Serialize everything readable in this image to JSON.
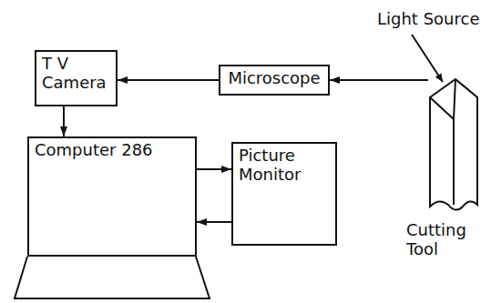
{
  "diagram": {
    "nodes": [
      {
        "text": [
          "T V Camera"
        ]
      },
      {
        "text": [
          "Microscope"
        ]
      },
      {
        "text": [
          "Cutting Tool"
        ]
      },
      {
        "text": [
          "Computer 286"
        ]
      },
      {
        "text": [
          "Picture Monitor"
        ]
      }
    ],
    "edges": [
      {
        "from": 1,
        "to": 0,
        "arrow": "to"
      },
      {
        "from": 2,
        "to": 1,
        "arrow": "to"
      },
      {
        "from": 0,
        "to": 3,
        "arrow": "to"
      },
      {
        "from": 3,
        "to": 4,
        "arrow": "to"
      },
      {
        "from": 4,
        "to": 3,
        "arrow": "to"
      }
    ],
    "labels": [
      "Light Source"
    ]
  }
}
